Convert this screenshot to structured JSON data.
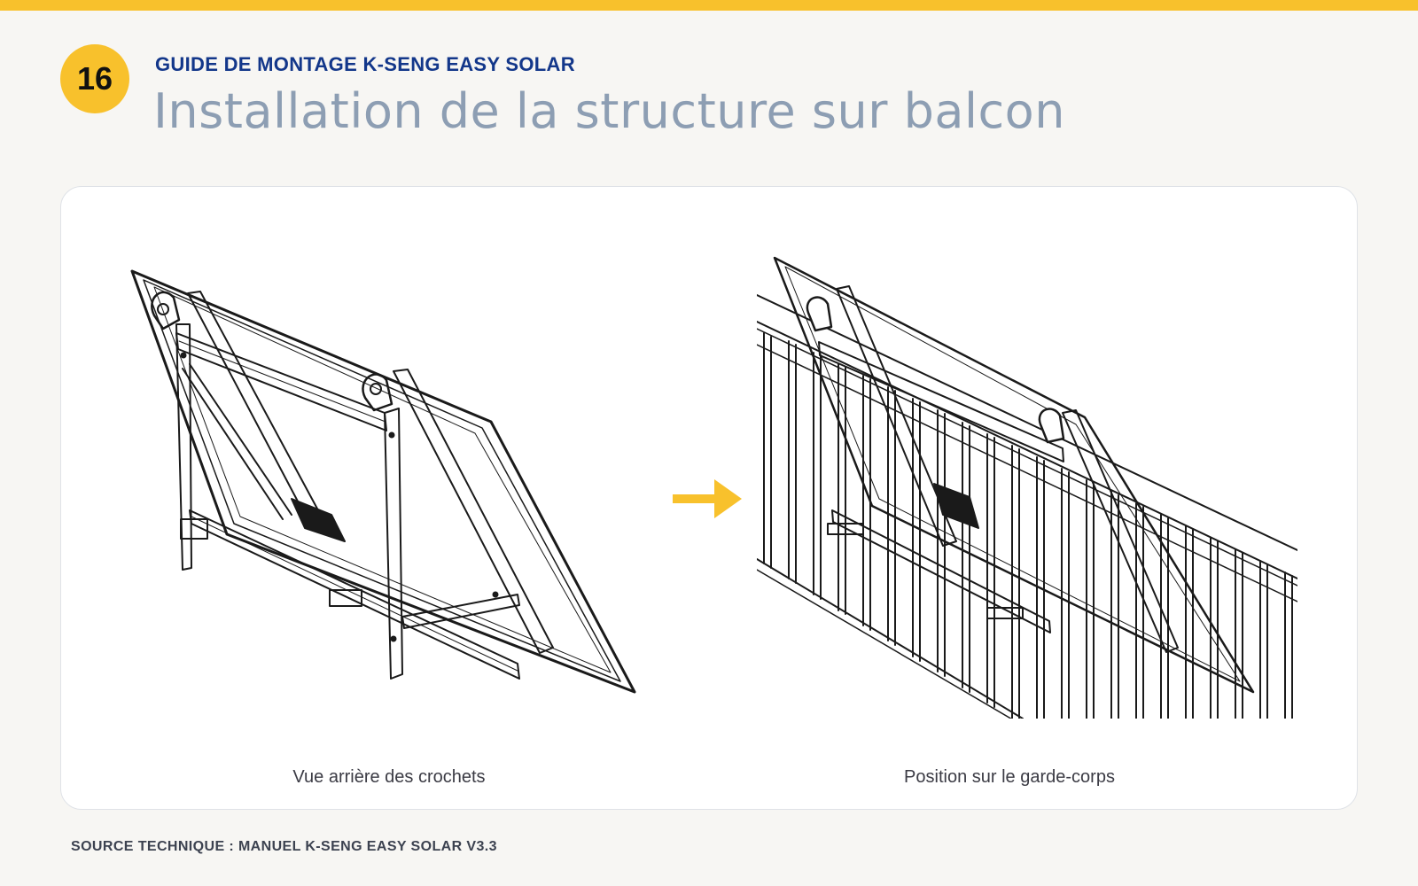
{
  "page": {
    "number": "16",
    "eyebrow": "GUIDE DE MONTAGE K-SENG EASY SOLAR",
    "title": "Installation de la structure sur balcon"
  },
  "figures": [
    {
      "caption": "Vue arrière des crochets"
    },
    {
      "caption": "Position sur le garde-corps"
    }
  ],
  "source": "SOURCE TECHNIQUE : MANUEL K-SENG EASY SOLAR V3.3",
  "colors": {
    "accent": "#f8c12c",
    "eyebrow": "#13378a",
    "title": "#8d9eb3",
    "background": "#f7f6f3"
  },
  "icons": {
    "arrow": "arrow-right-icon"
  }
}
